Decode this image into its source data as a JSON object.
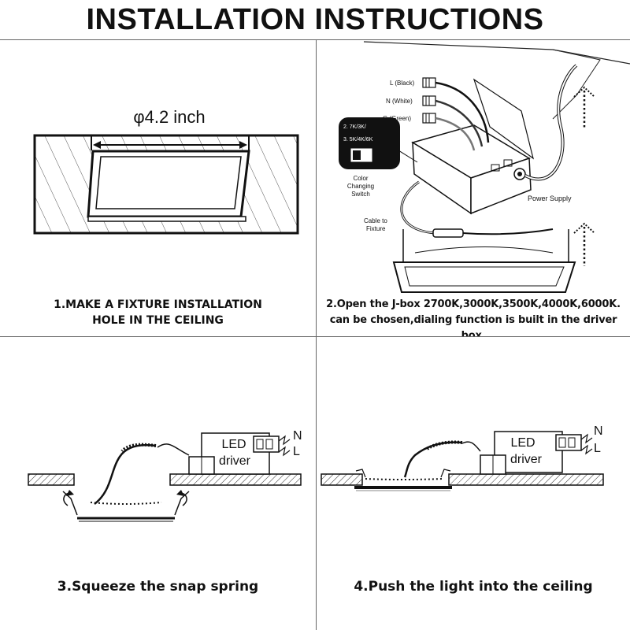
{
  "title": "INSTALLATION INSTRUCTIONS",
  "step1": {
    "diameter_label": "φ4.2 inch",
    "caption_line1": "1.MAKE A FIXTURE INSTALLATION",
    "caption_line2": "HOLE IN THE CEILING"
  },
  "step2": {
    "wire_l": "L (Black)",
    "wire_n": "N (White)",
    "wire_g": "G (Green)",
    "switch_opt1": "2. 7K/3K/",
    "switch_opt2": "3. 5K/4K/6K",
    "switch_label_1": "Color",
    "switch_label_2": "Changing",
    "switch_label_3": "Switch",
    "power_supply": "Power Supply",
    "cable_label_1": "Cable to",
    "cable_label_2": "Fixture",
    "caption_line1": "2.Open the J-box 2700K,3000K,3500K,4000K,6000K.",
    "caption_line2": "can be chosen,dialing function is built in the driver box."
  },
  "step3": {
    "driver_line1": "LED",
    "driver_line2": "driver",
    "terminal_n": "N",
    "terminal_l": "L",
    "caption": "3.Squeeze the snap spring"
  },
  "step4": {
    "driver_line1": "LED",
    "driver_line2": "driver",
    "terminal_n": "N",
    "terminal_l": "L",
    "caption": "4.Push the light into the ceiling"
  }
}
